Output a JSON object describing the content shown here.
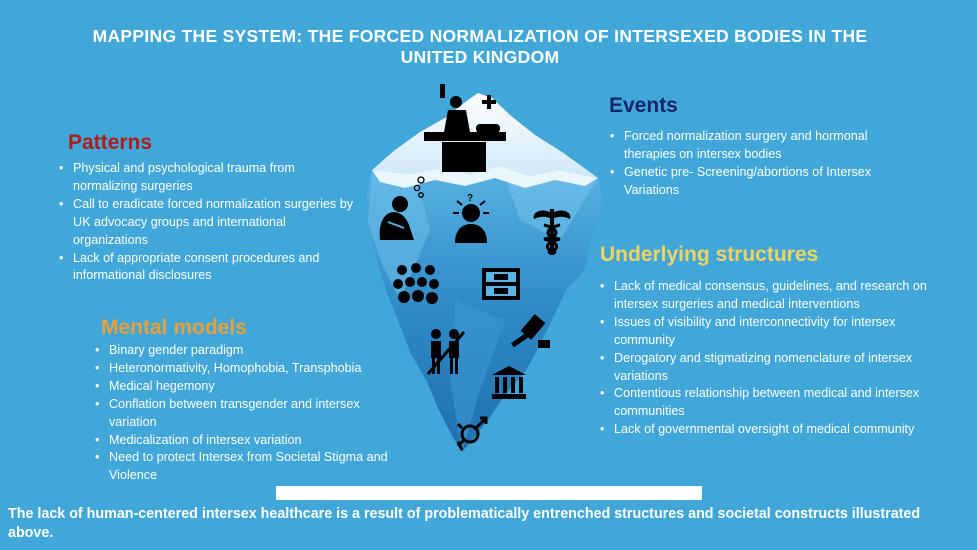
{
  "title": "MAPPING THE SYSTEM: THE FORCED NORMALIZATION OF INTERSEXED BODIES IN THE UNITED KINGDOM",
  "patterns": {
    "heading": "Patterns",
    "color": "#b01c1c",
    "items": [
      "Physical and psychological trauma from normalizing surgeries",
      "Call to eradicate forced normalization surgeries by UK advocacy groups and international organizations",
      "Lack of appropriate consent procedures and informational disclosures"
    ]
  },
  "events": {
    "heading": "Events",
    "color": "#17256b",
    "items": [
      "Forced normalization surgery and hormonal therapies on intersex bodies",
      "Genetic pre- Screening/abortions of Intersex Variations"
    ]
  },
  "underlying_structures": {
    "heading": "Underlying structures",
    "color": "#f4d35e",
    "items": [
      "Lack of medical consensus, guidelines, and research on intersex surgeries and medical interventions",
      "Issues of visibility and interconnectivity for intersex community",
      "Derogatory and stigmatizing nomenclature of intersex variations",
      "Contentious relationship between medical and intersex communities",
      "Lack of governmental oversight of medical community"
    ]
  },
  "mental_models": {
    "heading": "Mental models",
    "color": "#eaa03a",
    "items": [
      "Binary gender paradigm",
      "Heteronormativity, Homophobia, Transphobia",
      "Medical hegemony",
      "Conflation between transgender and intersex variation",
      "Medicalization of intersex variation",
      "Need to protect Intersex from Societal Stigma and Violence"
    ]
  },
  "footer": "The lack of human-centered intersex healthcare is a result of problematically entrenched structures and societal constructs illustrated above.",
  "icons": [
    "surgeon-icon",
    "distressed-person-icon",
    "thought-bubbles-icon",
    "confused-person-icon",
    "caduceus-icon",
    "crowd-icon",
    "archive-icon",
    "two-people-icon",
    "gavel-icon",
    "government-building-icon",
    "gender-symbol-icon"
  ]
}
